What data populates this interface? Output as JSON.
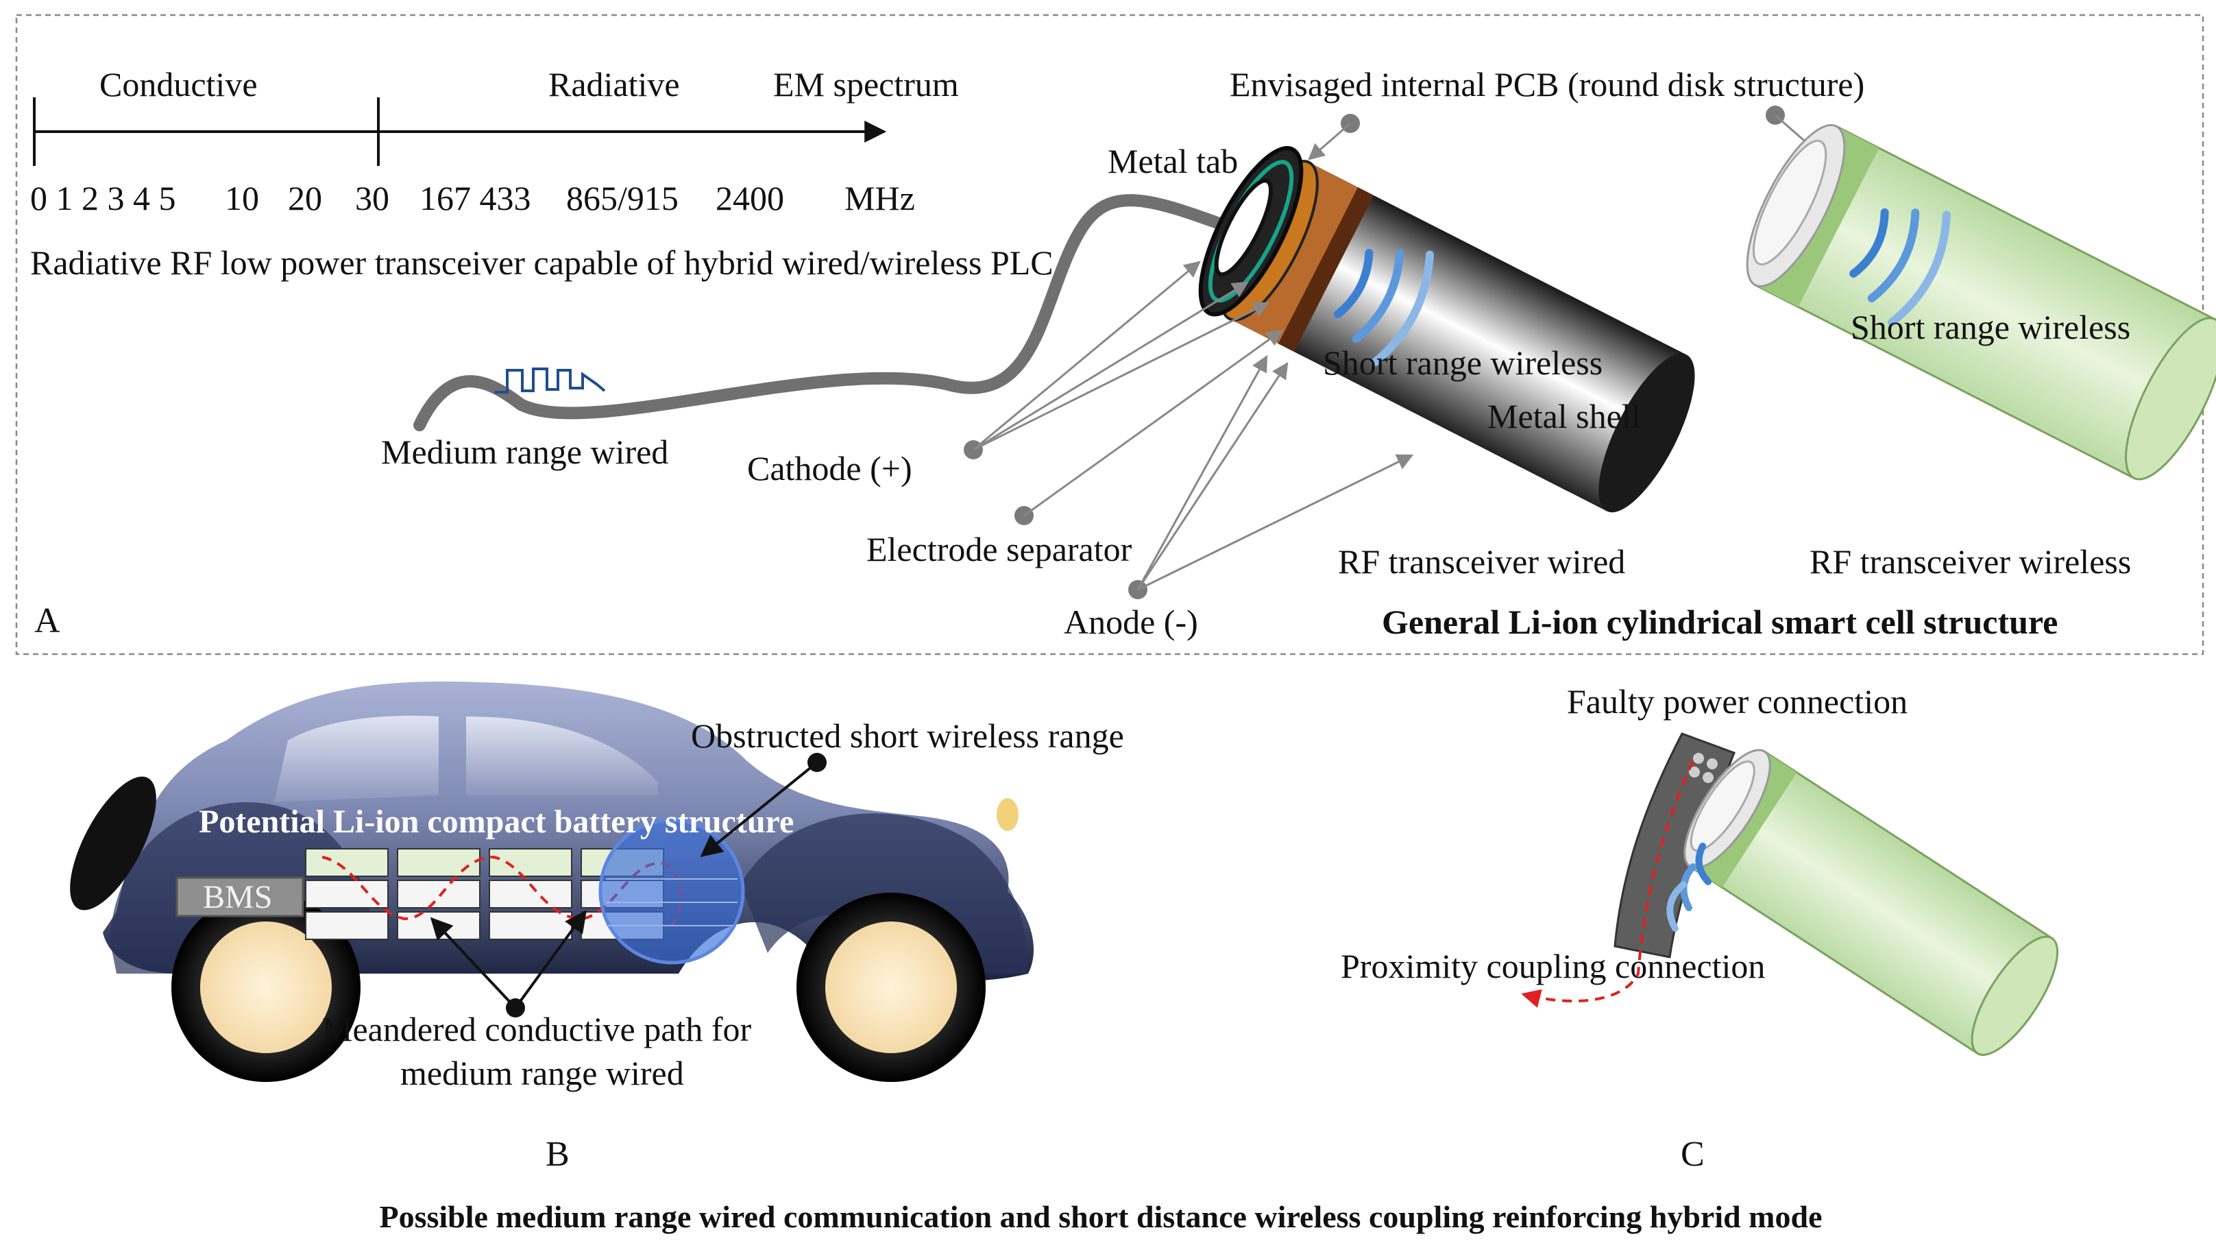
{
  "panel_a": {
    "panel_letter": "A",
    "spectrum": {
      "conductive_label": "Conductive",
      "radiative_label": "Radiative",
      "em_label": "EM spectrum",
      "ticks": [
        "0 1 2 3 4 5",
        "10",
        "20",
        "30",
        "167 433",
        "865/915",
        "2400",
        "MHz"
      ],
      "description": "Radiative RF low power transceiver capable of hybrid wired/wireless PLC"
    },
    "labels": {
      "medium_range_wired": "Medium range wired",
      "metal_tab": "Metal tab",
      "pcb": "Envisaged internal PCB (round disk structure)",
      "cathode": "Cathode (+)",
      "electrode_separator": "Electrode separator",
      "anode": "Anode (-)",
      "short_range_wireless_wired_cell": "Short range wireless",
      "metal_shell": "Metal shell",
      "rf_wired": "RF transceiver wired",
      "short_range_wireless_wireless_cell": "Short range wireless",
      "rf_wireless": "RF transceiver wireless",
      "general_structure": "General Li-ion cylindrical smart cell structure"
    }
  },
  "panel_b": {
    "panel_letter": "B",
    "labels": {
      "obstructed": "Obstructed short wireless range",
      "potential": "Potential Li-ion compact battery structure",
      "bms": "BMS",
      "meandered_line1": "Meandered conductive path for",
      "meandered_line2": "medium range wired"
    }
  },
  "panel_c": {
    "panel_letter": "C",
    "labels": {
      "faulty": "Faulty power connection",
      "proximity": "Proximity coupling connection"
    }
  },
  "caption": "Possible medium range wired communication and short distance wireless coupling reinforcing hybrid mode",
  "colors": {
    "cell_green": "#cfe6b8",
    "car_body": "#7b86b0",
    "wire_gray": "#707070",
    "wave_blue": "#3b7fd0",
    "red_path": "#e02020"
  }
}
